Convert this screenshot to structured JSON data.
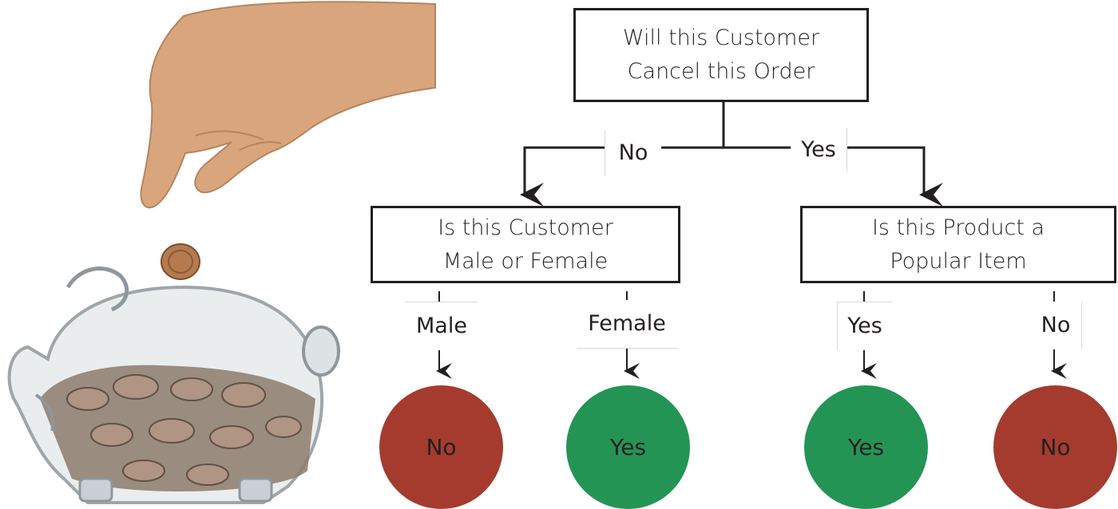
{
  "diagram": {
    "root": {
      "line1": "Will this Customer",
      "line2": "Cancel this Order"
    },
    "branch_no_label": "No",
    "branch_yes_label": "Yes",
    "left_question": {
      "line1": "Is this Customer",
      "line2": "Male or Female"
    },
    "right_question": {
      "line1": "Is this Product a",
      "line2": "Popular Item"
    },
    "left_edges": {
      "a": "Male",
      "b": "Female"
    },
    "right_edges": {
      "a": "Yes",
      "b": "No"
    },
    "leaves": [
      {
        "label": "No",
        "color": "#a53b2f"
      },
      {
        "label": "Yes",
        "color": "#249455"
      },
      {
        "label": "Yes",
        "color": "#249455"
      },
      {
        "label": "No",
        "color": "#a53b2f"
      }
    ]
  },
  "illustration": {
    "subject": "hand-dropping-coin-into-piggy-bank",
    "skin_color": "#d9a57c",
    "coin_color": "#b57a4e",
    "glass_color": "#c9cfd3"
  }
}
